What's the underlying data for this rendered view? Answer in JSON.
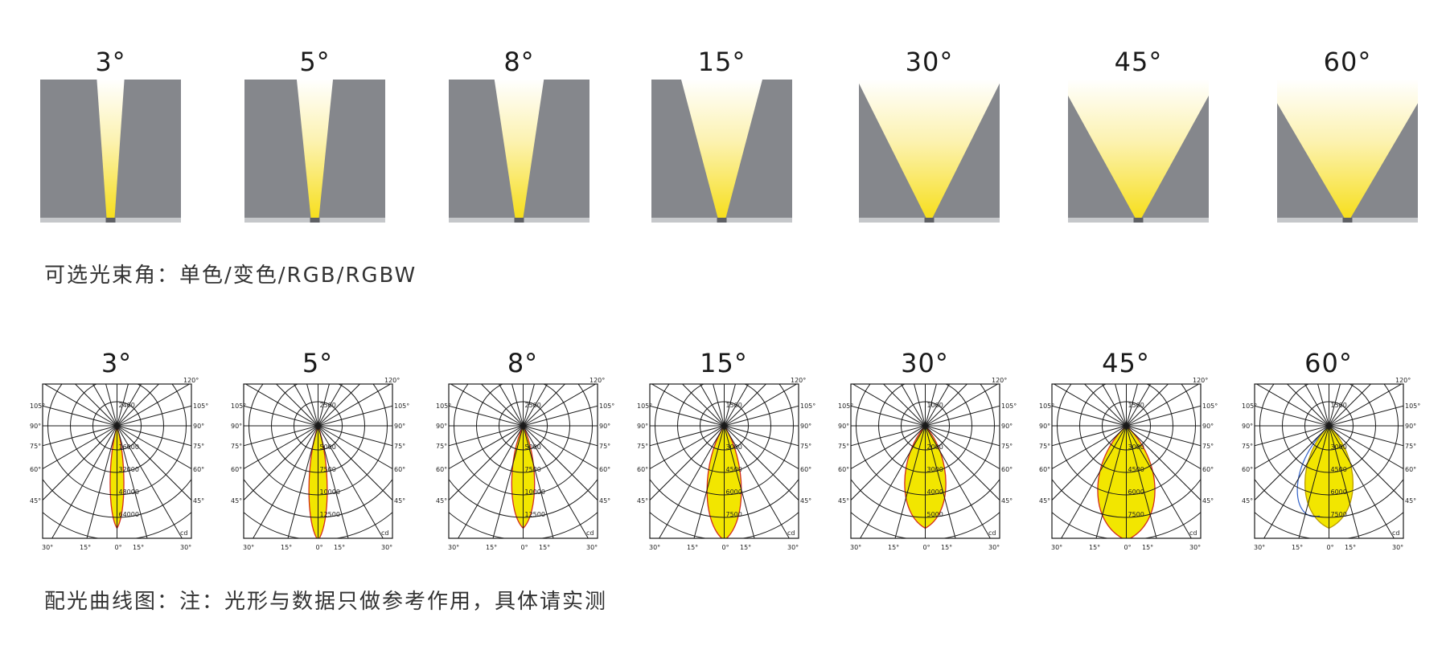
{
  "beams": [
    {
      "label": "3°",
      "angle": 3
    },
    {
      "label": "5°",
      "angle": 5
    },
    {
      "label": "8°",
      "angle": 8
    },
    {
      "label": "15°",
      "angle": 15
    },
    {
      "label": "30°",
      "angle": 30
    },
    {
      "label": "45°",
      "angle": 45
    },
    {
      "label": "60°",
      "angle": 60
    }
  ],
  "beam_caption": "可选光束角：单色/变色/RGB/RGBW",
  "polar_charts": [
    {
      "label": "3°",
      "rings": [
        "2400",
        "16000",
        "32000",
        "48000",
        "64000"
      ],
      "lobe_width": 0.12,
      "outline": "red"
    },
    {
      "label": "5°",
      "rings": [
        "2500",
        "5000",
        "7500",
        "10000",
        "12500"
      ],
      "lobe_width": 0.16,
      "outline": "red"
    },
    {
      "label": "8°",
      "rings": [
        "2500",
        "5000",
        "7500",
        "10000",
        "12500"
      ],
      "lobe_width": 0.2,
      "outline": "red"
    },
    {
      "label": "15°",
      "rings": [
        "1500",
        "3000",
        "4500",
        "6000",
        "7500"
      ],
      "lobe_width": 0.3,
      "outline": "red"
    },
    {
      "label": "30°",
      "rings": [
        "1000",
        "2000",
        "3000",
        "4000",
        "5000"
      ],
      "lobe_width": 0.36,
      "outline": "red"
    },
    {
      "label": "45°",
      "rings": [
        "1500",
        "3000",
        "4500",
        "6000",
        "7500"
      ],
      "lobe_width": 0.5,
      "outline": "red"
    },
    {
      "label": "60°",
      "rings": [
        "1500",
        "3000",
        "4500",
        "6000",
        "7500"
      ],
      "lobe_width": 0.42,
      "outline": "blue"
    }
  ],
  "polar_axis": {
    "top_right": "120°",
    "left": [
      "105°",
      "90°",
      "75°",
      "60°",
      "45°"
    ],
    "right": [
      "105°",
      "90°",
      "75°",
      "60°",
      "45°"
    ],
    "bottom": [
      "30°",
      "15°",
      "0°",
      "15°",
      "30°"
    ],
    "unit": "cd"
  },
  "polar_caption": "配光曲线图：注：光形与数据只做参考作用，具体请实测",
  "colors": {
    "wall": "#85878c",
    "floor": "#c5c7ca",
    "light": "#f7df1e",
    "lobe": "#f2e600"
  }
}
